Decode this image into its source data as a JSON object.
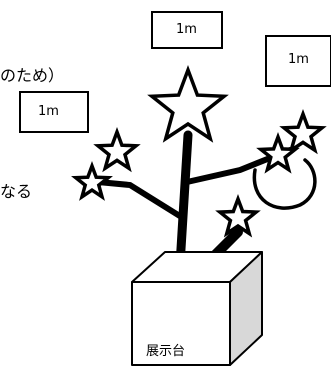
{
  "texts": {
    "label_top": "1m",
    "label_right": "1m",
    "label_left": "1m",
    "fragment_top": "のため）",
    "fragment_mid": "なる",
    "base_label": "展示台"
  },
  "colors": {
    "ink": "#000000",
    "paper": "#ffffff",
    "box_side": "#d8d8d8"
  }
}
